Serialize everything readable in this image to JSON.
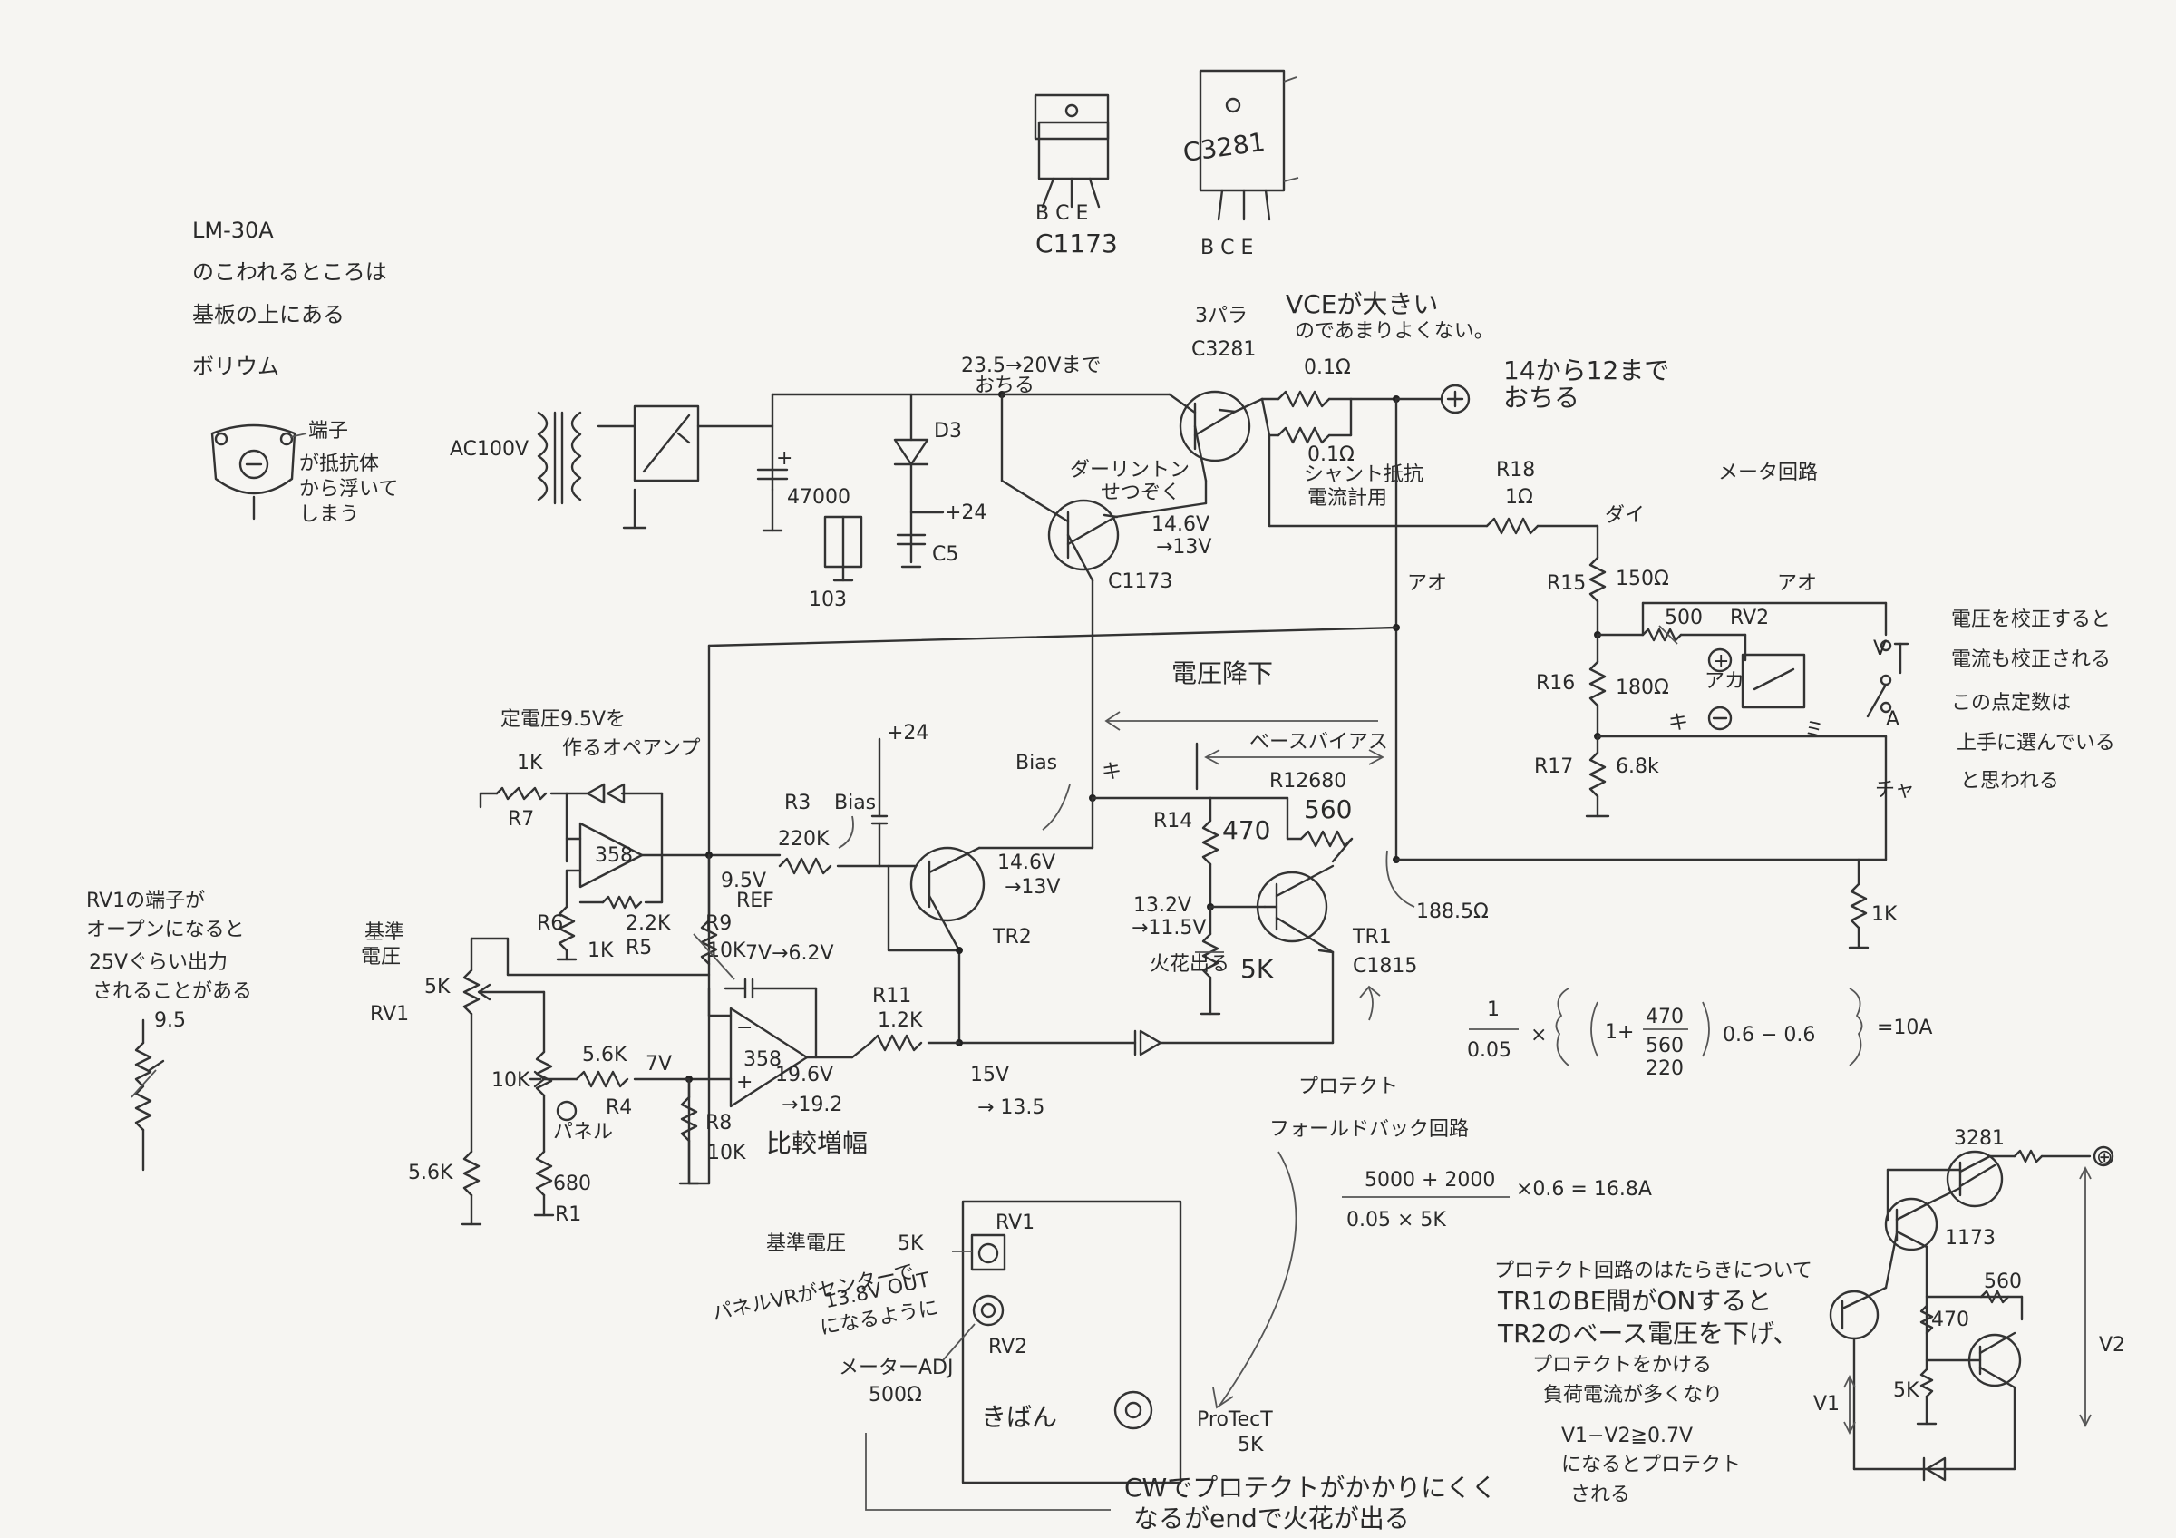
{
  "title_note": [
    "LM-30A",
    "のこわれるところは",
    "基板の上にある",
    "ボリウム"
  ],
  "volume_note": [
    "端子",
    "が抵抗体",
    "から浮いて",
    "しまう"
  ],
  "transistors": {
    "c1173": {
      "name": "C1173",
      "pins": "B C E"
    },
    "c3281": {
      "name": "C3281",
      "pins": "B C E"
    }
  },
  "top_labels": {
    "ac": "AC100V",
    "drop1": "23.5→20Vまで",
    "drop1b": "おちる",
    "para": "3パラ",
    "c3281": "C3281",
    "vce": "VCEが大きい",
    "vce2": "のであまりよくない。",
    "r01": "0.1Ω",
    "out_drop": "14から12まで",
    "out_drop2": "おちる",
    "d3": "D3",
    "cap": "47000",
    "plus24": "+24",
    "c5": "C5",
    "c103": "103",
    "darlington": "ダーリントン",
    "darl2": "せつぞく",
    "c1173b": "C1173",
    "v146": "14.6V",
    "v13": "→13V",
    "shunt_r": "0.1Ω",
    "shunt": "シャント抵抗",
    "shunt2": "電流計用",
    "r18": "R18",
    "r18v": "1Ω",
    "meter": "メータ回路",
    "dai": "ダイ",
    "ao": "アオ",
    "r15": "R15",
    "r15v": "150Ω",
    "r500": "500",
    "rv2": "RV2",
    "ao2": "アオ",
    "aka": "アカ",
    "r16": "R16",
    "r16v": "180Ω",
    "ki": "キ",
    "mi": "ミ",
    "r17": "R17",
    "r17v": "6.8k",
    "cha": "チャ",
    "a": "A",
    "v": "V",
    "r1k": "1K"
  },
  "right_note": [
    "電圧を校正すると",
    "電流も校正される",
    "この点定数は",
    "上手に選んでいる",
    "と思われる"
  ],
  "mid_labels": {
    "vdrop": "電圧降下",
    "base_bias": "ベースバイアス",
    "r12": "R12680",
    "plus24b": "+24",
    "bias": "Bias",
    "ki2": "キ",
    "r14": "R14",
    "r470": "470",
    "r560": "560",
    "r1885": "188.5Ω",
    "v132": "13.2V",
    "v115": "→11.5V",
    "spark": "火花出る",
    "r5k": "5K",
    "tr1": "TR1",
    "c1815": "C1815",
    "ref_opamp": "定電圧9.5Vを",
    "ref_opamp2": "作るオペアンプ",
    "r1k2": "1K",
    "r7": "R7",
    "op358": "358",
    "r3": "R3",
    "bias2": "Bias",
    "r220k": "220K",
    "v95": "9.5V",
    "ref": "REF",
    "v146b": "14.6V",
    "v13b": "→13V",
    "tr2": "TR2",
    "r6": "R6",
    "r1kb": "1K",
    "r5": "R5",
    "r22k": "2.2K",
    "r9": "R9",
    "r10k": "10K",
    "v7v": "7V→6.2V",
    "r11": "R11",
    "r12k": "1.2K",
    "base_v": "基準",
    "base_v2": "電圧",
    "r5k2": "5K",
    "rv1": "RV1",
    "r10k2": "10K",
    "r56k": "5.6K",
    "v7": "7V",
    "r4": "R4",
    "op358b": "358",
    "v196": "19.6V",
    "v192": "→19.2",
    "v15": "15V",
    "v135": "→ 13.5",
    "panel": "パネル",
    "r8": "R8",
    "r10k3": "10K",
    "compare": "比較増幅",
    "r56k2": "5.6K",
    "r680": "680",
    "r1": "R1",
    "protect": "プロテクト",
    "foldback": "フォールドバック回路"
  },
  "rv1_note": [
    "RV1の端子が",
    "オープンになると",
    "25Vぐらい出力",
    "されることがある"
  ],
  "rv1_v": "9.5",
  "formula1": {
    "num": "1",
    "den": "0.05",
    "a": "470",
    "b": "560",
    "c": "220",
    "rest": "0.6 − 0.6",
    "result": "=10A"
  },
  "formula2": {
    "num": "5000 + 2000",
    "den": "0.05 × 5K",
    "result": "×0.6 = 16.8A"
  },
  "board": {
    "std": "基準電圧",
    "std5k": "5K",
    "std_note": "パネルVRがセンターで",
    "std_note2": "13.8V OUT",
    "std_note3": "になるように",
    "rv1": "RV1",
    "rv2": "RV2",
    "meter_adj": "メーターADJ",
    "meter_ohm": "500Ω",
    "kiban": "きばん",
    "protect": "ProTecT",
    "protect5k": "5K",
    "cw": "CWでプロテクトがかかりにくく",
    "cw2": "なるがendで火花が出る"
  },
  "protect_note": [
    "プロテクト回路のはたらきについて",
    "TR1のBE間がONすると",
    "TR2のベース電圧を下げ、",
    "プロテクトをかける",
    "負荷電流が多くなり",
    "V1−V2≧0.7V",
    "になるとプロテクト",
    "される"
  ],
  "mini": {
    "t3281": "3281",
    "t1173": "1173",
    "r470": "470",
    "r560": "560",
    "r5k": "5K",
    "v1": "V1",
    "v2": "V2",
    "plus": "⊕"
  }
}
